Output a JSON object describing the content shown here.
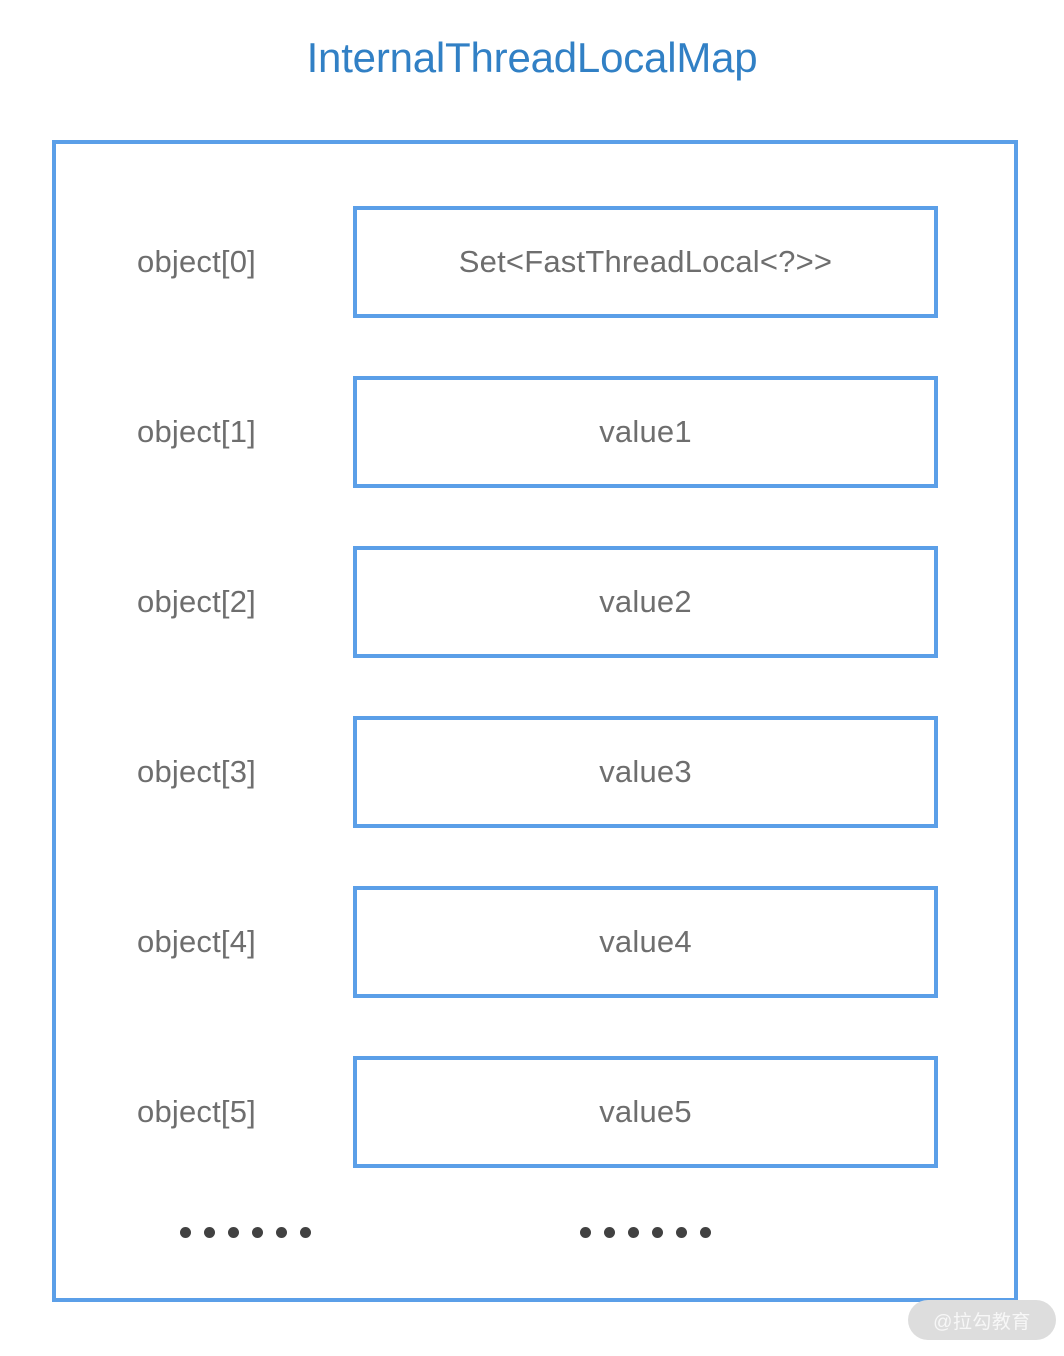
{
  "title": "InternalThreadLocalMap",
  "colors": {
    "title_blue": "#3180c5",
    "border_blue": "#5b9fe8",
    "text_gray": "#6e6e6e",
    "dot_gray": "#414141",
    "background": "#ffffff",
    "watermark_pill": "#dddddd",
    "watermark_text": "#f7f7f7"
  },
  "slots": [
    {
      "label": "object[0]",
      "value": "Set<FastThreadLocal<?>>"
    },
    {
      "label": "object[1]",
      "value": "value1"
    },
    {
      "label": "object[2]",
      "value": "value2"
    },
    {
      "label": "object[3]",
      "value": "value3"
    },
    {
      "label": "object[4]",
      "value": "value4"
    },
    {
      "label": "object[5]",
      "value": "value5"
    }
  ],
  "ellipsis": {
    "label_dots": "......",
    "value_dots": "......",
    "dot_count": 6
  },
  "watermark": {
    "text": "@拉勾教育"
  }
}
